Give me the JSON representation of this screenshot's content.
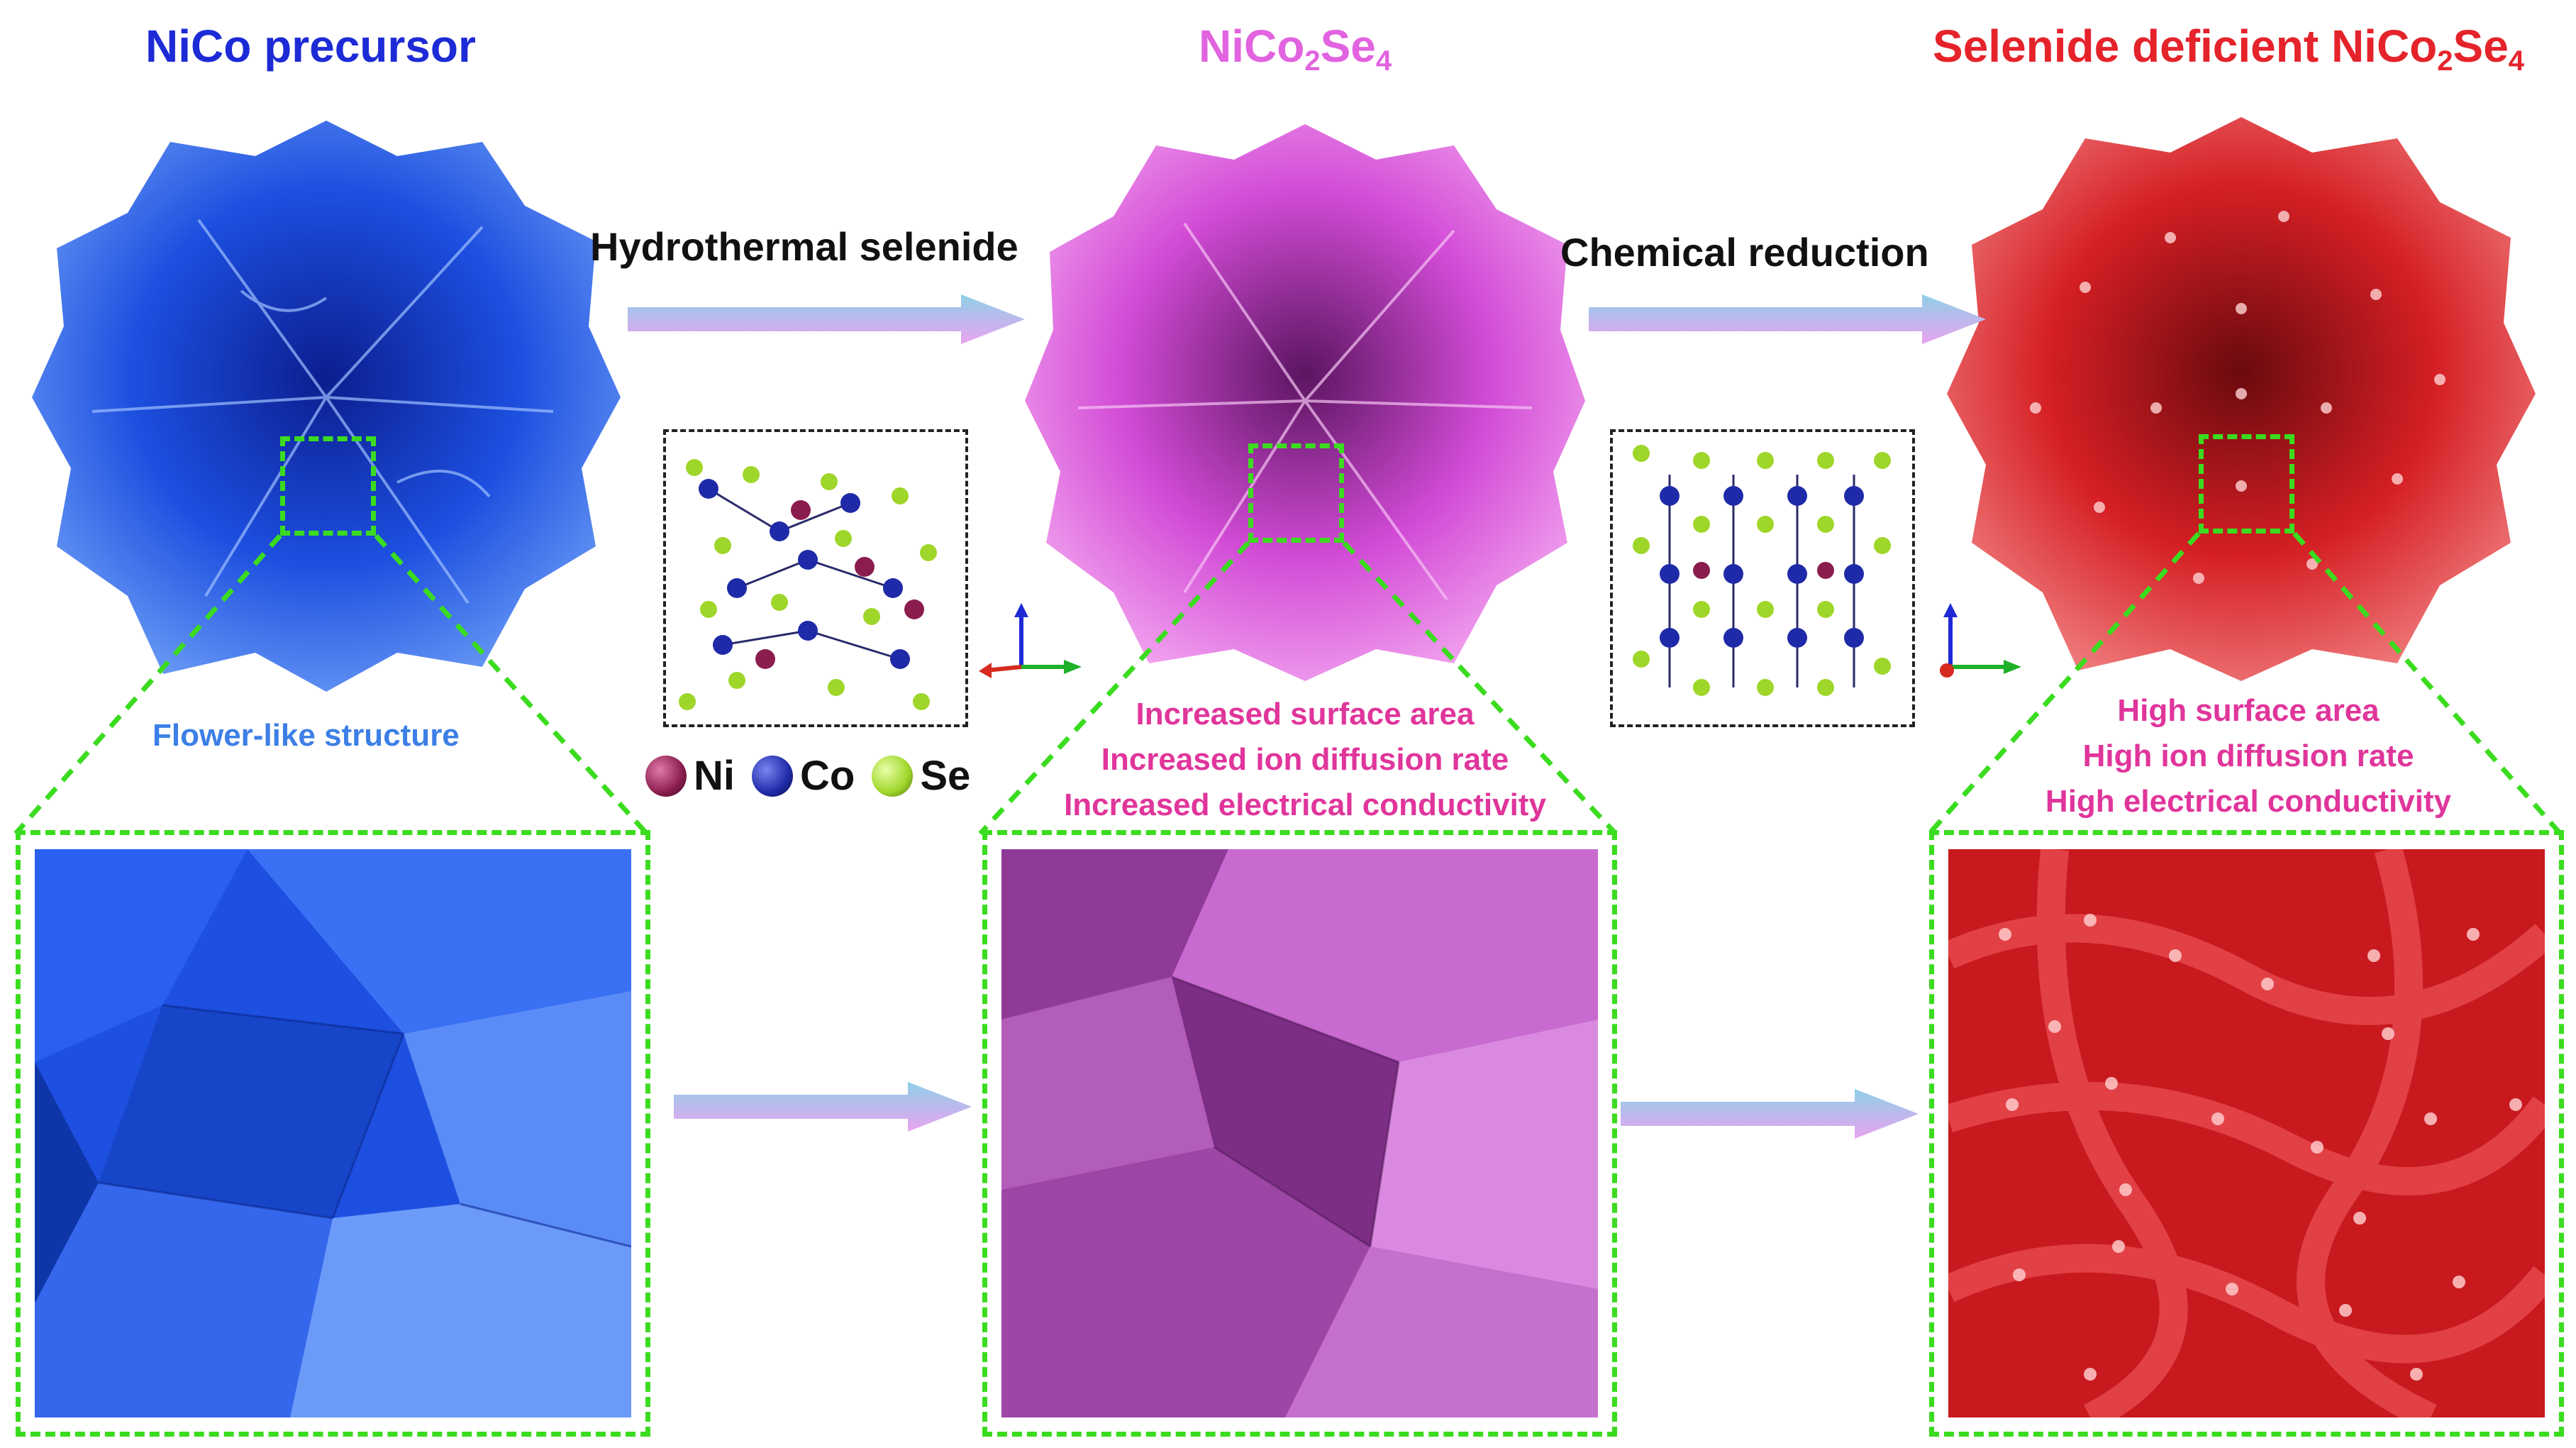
{
  "stages": [
    {
      "name_main": "NiCo precursor",
      "name_sub": "",
      "name_tail": "",
      "color": "#1d2bd6"
    },
    {
      "name_main": "NiCo",
      "name_sub": "2",
      "name_tail": "Se",
      "name_sub2": "4",
      "color": "#e263e0"
    },
    {
      "name_prefix": "Selenide deficient NiCo",
      "name_sub": "2",
      "name_tail": "Se",
      "name_sub2": "4",
      "color": "#e5232b"
    }
  ],
  "processes": [
    {
      "label": "Hydrothermal selenide"
    },
    {
      "label": "Chemical reduction"
    }
  ],
  "precursor_note": "Flower-like structure",
  "nico2se4_notes": [
    "Increased surface area",
    "Increased ion diffusion rate",
    "Increased electrical conductivity"
  ],
  "deficient_notes": [
    "High surface area",
    "High ion diffusion rate",
    "High electrical conductivity"
  ],
  "legend": [
    {
      "label": "Ni",
      "color": "#8a1d4e"
    },
    {
      "label": "Co",
      "color": "#1f2aa8"
    },
    {
      "label": "Se",
      "color": "#9fd62a"
    }
  ],
  "colors": {
    "precursor_blue": "#1d4fe0",
    "nico2se4_magenta": "#d24bd6",
    "deficient_red": "#d51f24",
    "zoom_box_green": "#3bdc1f",
    "arrow_gradient": [
      "#f6b6ee",
      "#8fd0e8"
    ],
    "note_pink": "#e0359b",
    "note_blue": "#3d7fe6"
  }
}
